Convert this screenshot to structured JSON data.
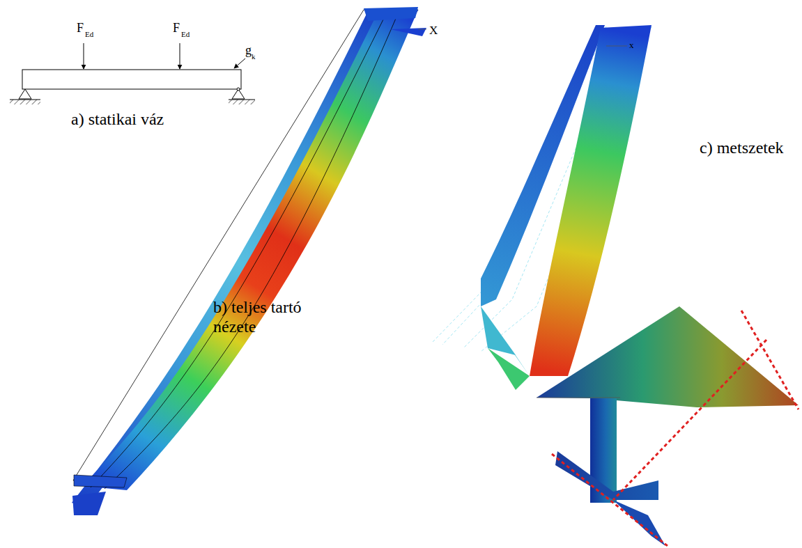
{
  "diagram": {
    "labels": [
      "F",
      "Ed",
      "F",
      "Ed",
      "g",
      "k",
      "a) statikai váz",
      "X",
      "b) teljes tartó nézete",
      "x",
      "c) metszetek"
    ]
  }
}
